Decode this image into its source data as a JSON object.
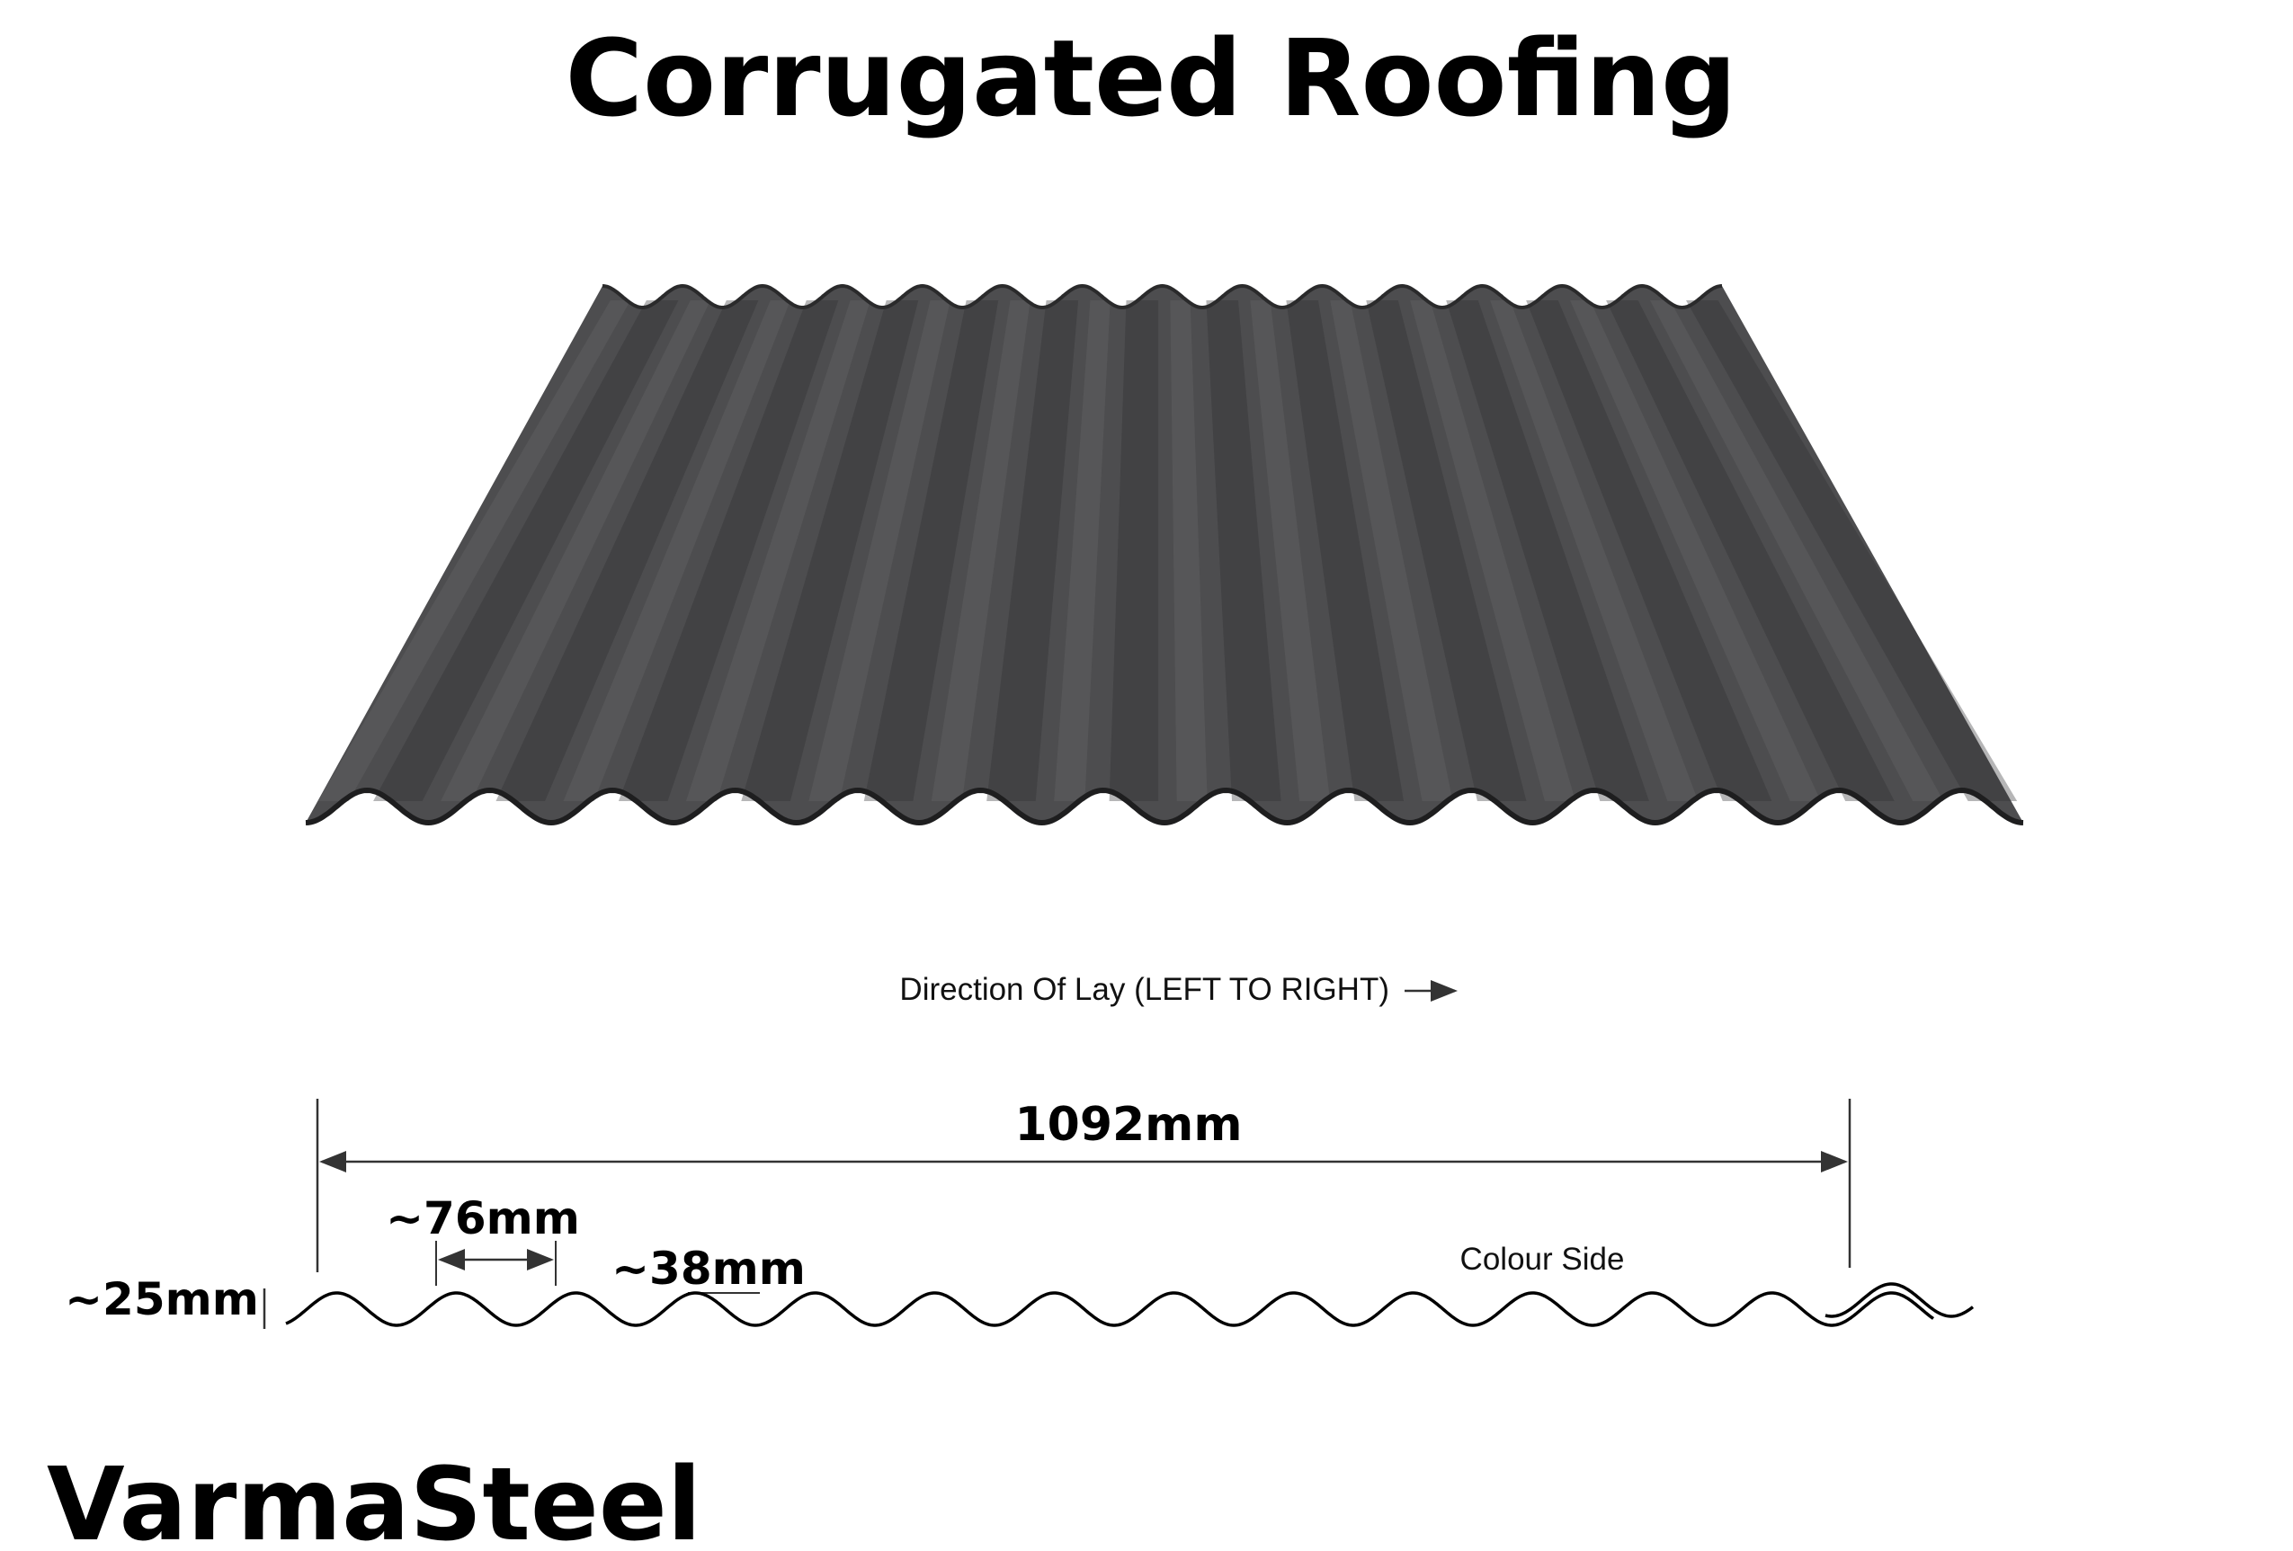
{
  "title": "Corrugated Roofing",
  "brand": "VarmaSteel",
  "direction_label": "Direction Of Lay (LEFT TO RIGHT)",
  "colour_side_label": "Colour Side",
  "dimensions": {
    "width_label": "1092mm",
    "pitch_label": "~76mm",
    "half_pitch_label": "~38mm",
    "depth_label": "~25mm"
  },
  "colors": {
    "sheet": "#4d4d4f",
    "sheet_edge": "#2a2a2b",
    "line": "#000000",
    "dimension_line": "#333333"
  }
}
